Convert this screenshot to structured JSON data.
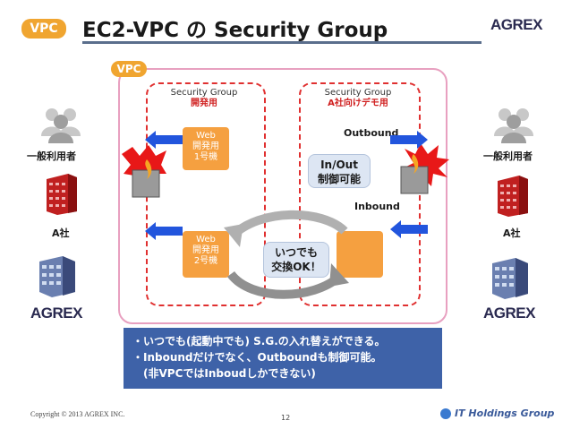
{
  "header": {
    "vpc_tag": "VPC",
    "title": "EC2-VPC の Security Group",
    "logo": "AGREX"
  },
  "vpc": {
    "label": "VPC"
  },
  "security_groups": [
    {
      "label": "Security Group",
      "sublabel": "開発用"
    },
    {
      "label": "Security Group",
      "sublabel": "A社向けデモ用"
    }
  ],
  "servers": [
    {
      "lines": [
        "Web",
        "開発用",
        "1号機"
      ]
    },
    {
      "lines": [
        "Web",
        "開発用",
        "2号機"
      ]
    }
  ],
  "callouts": {
    "control": [
      "In/Out",
      "制御可能"
    ],
    "swap": [
      "いつでも",
      "交換OK！"
    ]
  },
  "flow_labels": {
    "outbound": "Outbound",
    "inbound": "Inbound"
  },
  "left_side": {
    "users_label": "一般利用者",
    "company_label": "A社",
    "logo": "AGREX"
  },
  "right_side": {
    "users_label": "一般利用者",
    "company_label": "A社",
    "logo": "AGREX"
  },
  "notes": [
    "・いつでも(起動中でも) S.G.の入れ替えができる。",
    "・Inboundだけでなく、Outboundも制御可能。",
    "　(非VPCではInboudしかできない)"
  ],
  "footer": {
    "copyright": "Copyright © 2013 AGREX INC.",
    "page": "12",
    "group": "IT Holdings Group"
  },
  "colors": {
    "accent": "#f0a530",
    "danger": "#e03030",
    "notes_bg": "#3e62a8",
    "arrow": "#2255dd"
  }
}
